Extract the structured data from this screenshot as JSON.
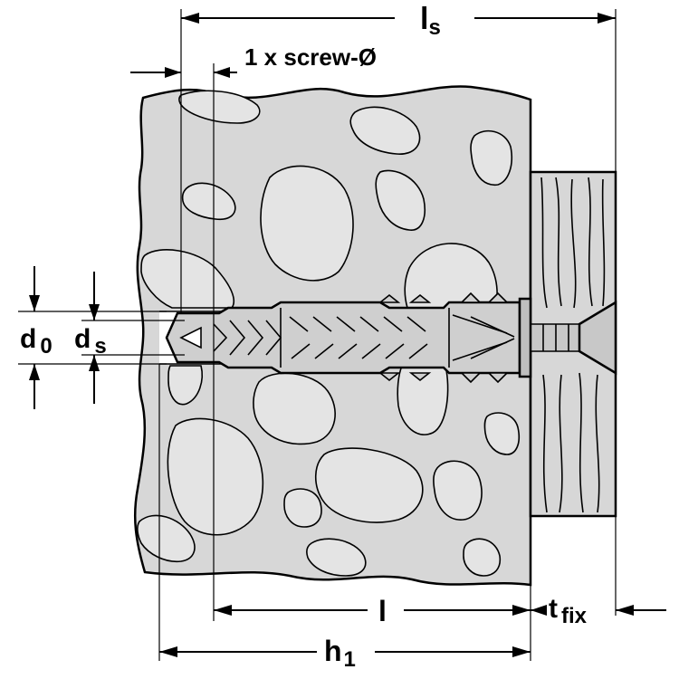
{
  "labels": {
    "ls_main": "l",
    "ls_sub": "s",
    "screw_dia": "1 x screw-Ø",
    "d0_main": "d",
    "d0_sub": "0",
    "ds_main": "d",
    "ds_sub": "s",
    "l_label": "l",
    "tfix_main": "t",
    "tfix_sub": "fix",
    "h1_main": "h",
    "h1_sub": "1"
  },
  "colors": {
    "wall_fill": "#d7d7d7",
    "wood_fill": "#d7d7d7",
    "cavity_fill": "#e4e4e4",
    "line": "#000000",
    "background": "#ffffff"
  }
}
